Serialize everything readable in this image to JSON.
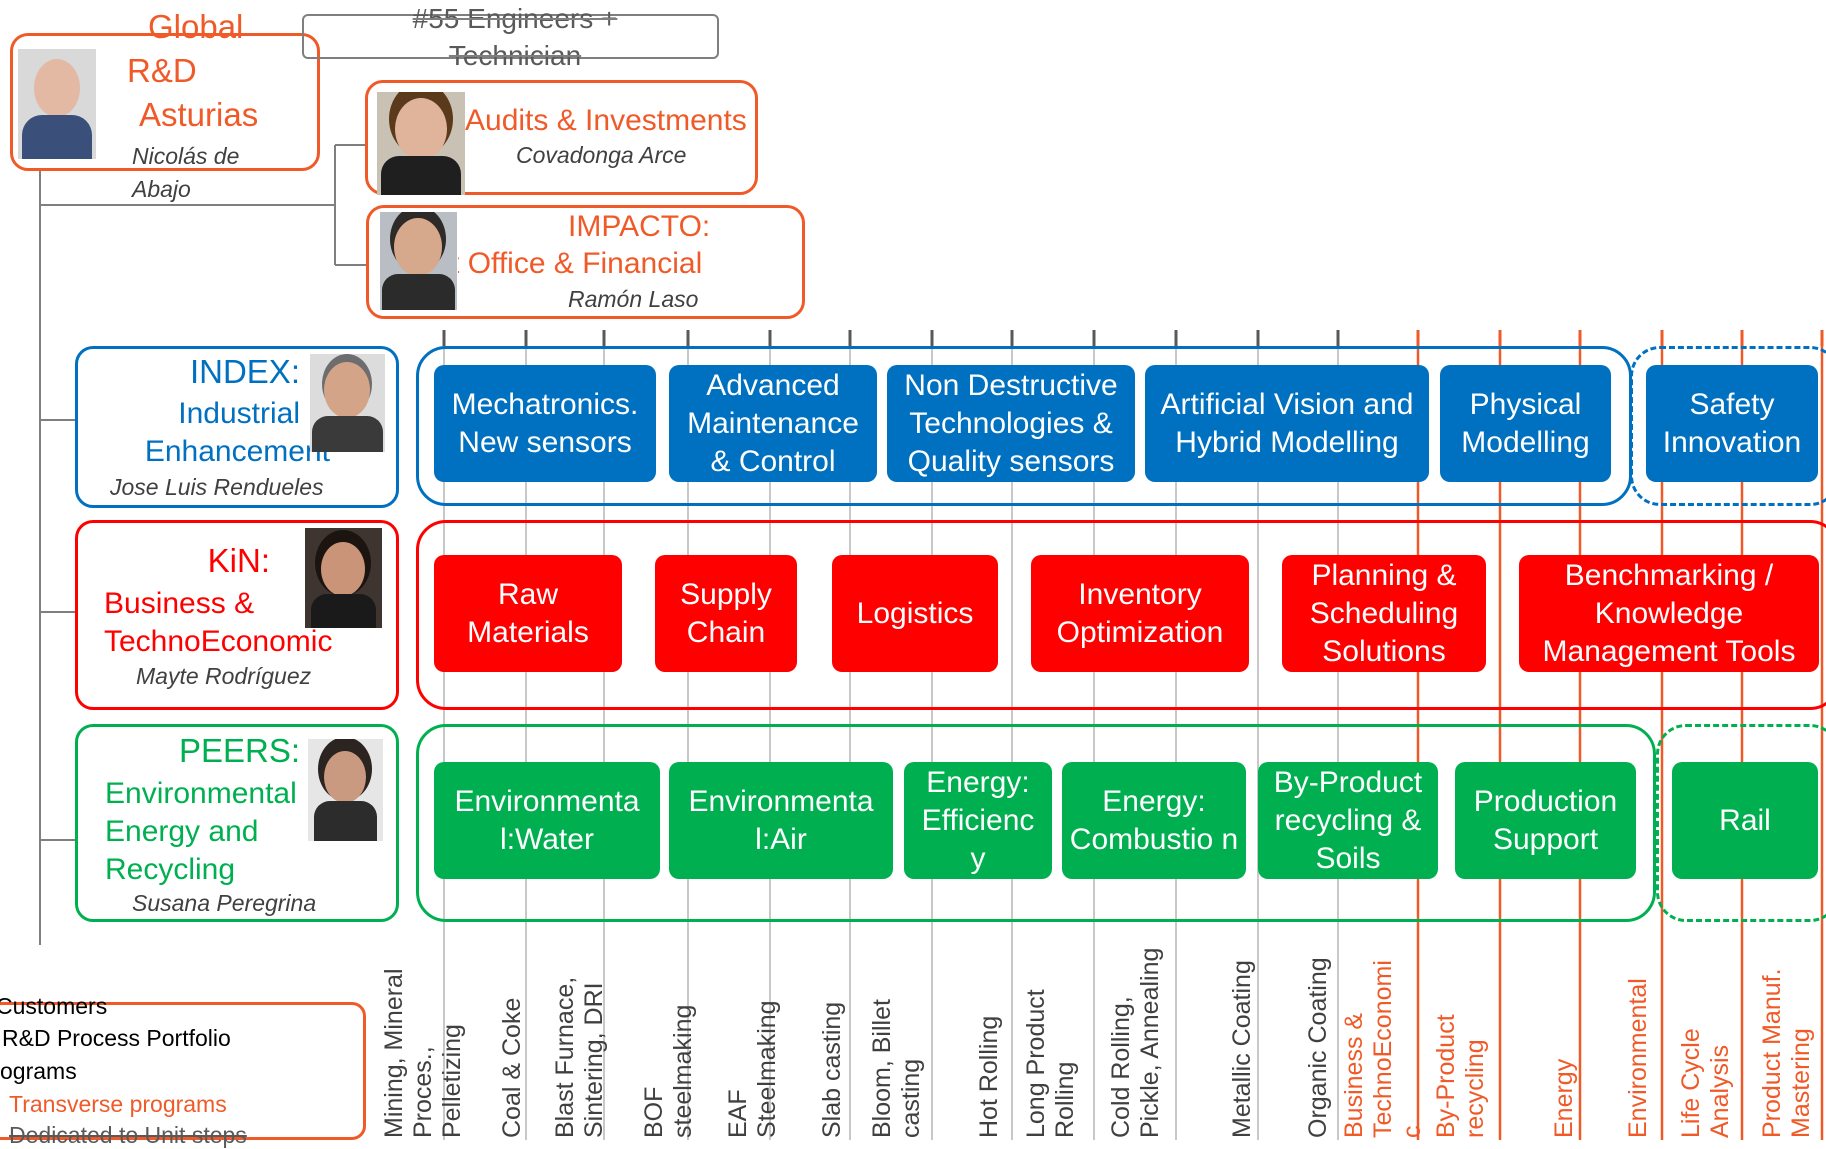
{
  "top": {
    "global": {
      "title_lines": [
        "Global",
        "R&D",
        "Asturias"
      ],
      "person": "Nicolás de Abajo"
    },
    "headcount": "#55 Engineers + Technician",
    "audits": {
      "title": "Audits & Investments",
      "person": "Covadonga Arce"
    },
    "impacto": {
      "title_lines": [
        "IMPACTO:",
        "Project Office & Financial"
      ],
      "person": "Ramón Laso"
    }
  },
  "labs": {
    "index": {
      "title": "INDEX:",
      "subtitle_lines": [
        "Industrial",
        "Enhancement"
      ],
      "person": "Jose Luis Rendueles"
    },
    "kin": {
      "title": "KiN:",
      "subtitle_lines": [
        "Business &",
        "TechnoEconomic"
      ],
      "person": "Mayte Rodríguez"
    },
    "peers": {
      "title": "PEERS:",
      "subtitle_lines": [
        "Environmental",
        "Energy and",
        "Recycling"
      ],
      "person": "Susana Peregrina"
    }
  },
  "programs": {
    "index": [
      "Mechatronics. New sensors",
      "Advanced Maintenance & Control",
      "Non Destructive Technologies & Quality sensors",
      "Artificial Vision and Hybrid Modelling",
      "Physical Modelling",
      "Safety Innovation"
    ],
    "kin": [
      "Raw Materials",
      "Supply Chain",
      "Logistics",
      "Inventory Optimization",
      "Planning & Scheduling Solutions",
      "Benchmarking / Knowledge Management Tools"
    ],
    "peers": [
      "Environmenta l:Water",
      "Environmenta l:Air",
      "Energy: Efficienc y",
      "Energy: Combustio n",
      "By-Product recycling & Soils",
      "Production Support",
      "Rail"
    ]
  },
  "process_steps": [
    "Mining, Mineral\nProces.,\nPelletizing",
    "Coal & Coke",
    "Blast Furnace,\nSintering, DRI",
    "BOF\nsteelmaking",
    "EAF\nSteelmaking",
    "Slab casting",
    "Bloom, Billet\ncasting",
    "Hot Rolling",
    "Long Product\nRolling",
    "Cold Rolling,\nPickle, Annealing",
    "Metallic Coating",
    "Organic Coating",
    "Business &\nTechnoEconomi\nc",
    "By-Product\nrecycling",
    "Energy",
    "Environmental",
    "Life Cycle\nAnalysis",
    "Product Manuf.\nMastering"
  ],
  "legend": {
    "items": [
      "Customers",
      "R&D Process Portfolio",
      "ograms",
      "Transverse programs",
      "Dedicated to Unit steps"
    ]
  },
  "colors": {
    "orange": "#f05a28",
    "blue": "#0070c0",
    "red": "#ff0000",
    "green": "#00b050",
    "grey_line": "#c8c8c8",
    "orange_line": "#f05a28"
  }
}
